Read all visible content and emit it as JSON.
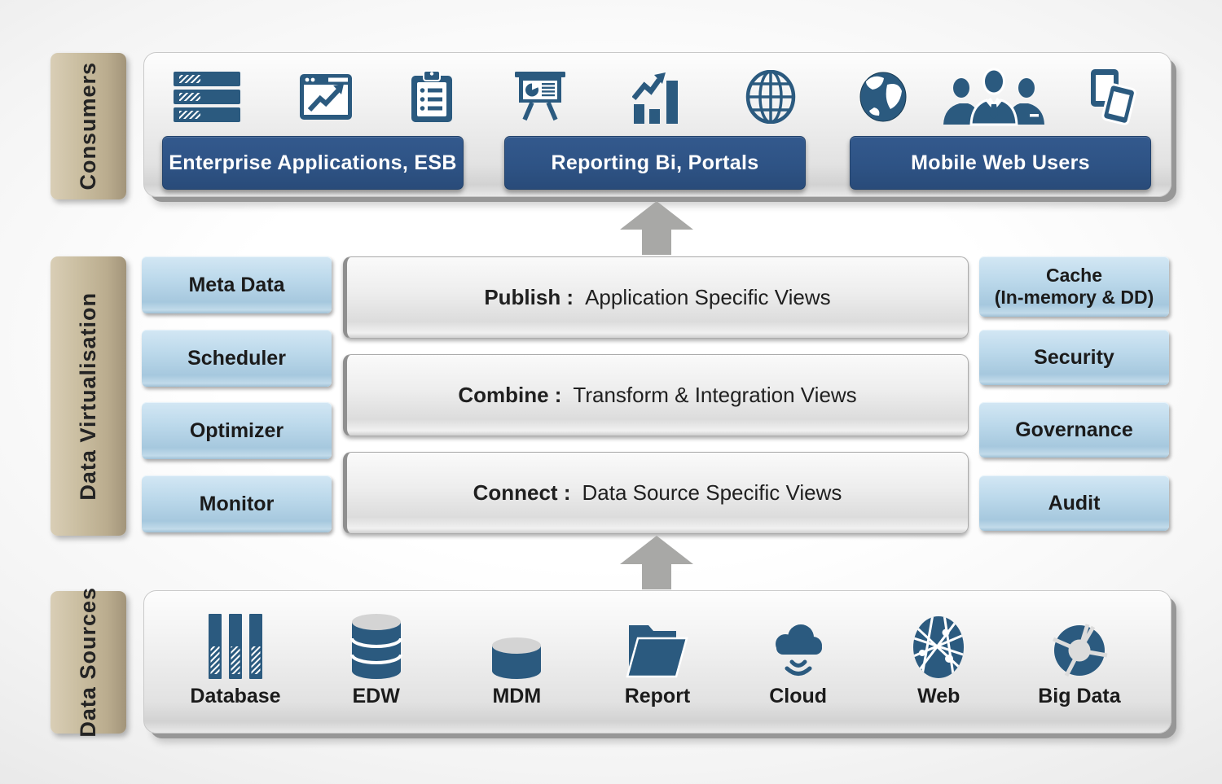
{
  "colors": {
    "icon_blue": "#2b5a7f",
    "button_navy": "#2e5385",
    "light_blue_box": "#b5d4e8",
    "tan_bar": "#c2b496",
    "arrow_gray": "#a8a8a6"
  },
  "consumers": {
    "label": "Consumers",
    "groups": [
      {
        "button": "Enterprise Applications, ESB",
        "icons": [
          "server-rack-icon",
          "browser-chart-icon",
          "clipboard-icon"
        ]
      },
      {
        "button": "Reporting Bi, Portals",
        "icons": [
          "presentation-icon",
          "bar-chart-icon",
          "globe-wireframe-icon"
        ]
      },
      {
        "button": "Mobile Web Users",
        "icons": [
          "earth-globe-icon",
          "business-users-icon",
          "mobile-devices-icon"
        ]
      }
    ]
  },
  "virtualisation": {
    "label": "Data Virtualisation",
    "left_items": [
      "Meta Data",
      "Scheduler",
      "Optimizer",
      "Monitor"
    ],
    "center_items": [
      {
        "title": "Publish :",
        "desc": "Application Specific Views"
      },
      {
        "title": "Combine :",
        "desc": "Transform & Integration Views"
      },
      {
        "title": "Connect :",
        "desc": "Data Source Specific Views"
      }
    ],
    "right_items": [
      {
        "line1": "Cache",
        "line2": "(In-memory & DD)"
      },
      {
        "line1": "Security"
      },
      {
        "line1": "Governance"
      },
      {
        "line1": "Audit"
      }
    ]
  },
  "sources": {
    "label": "Data Sources",
    "items": [
      {
        "icon": "database-binders-icon",
        "label": "Database"
      },
      {
        "icon": "edw-cylinder-icon",
        "label": "EDW"
      },
      {
        "icon": "mdm-cylinder-icon",
        "label": "MDM"
      },
      {
        "icon": "report-folder-icon",
        "label": "Report"
      },
      {
        "icon": "cloud-icon",
        "label": "Cloud"
      },
      {
        "icon": "web-network-globe-icon",
        "label": "Web"
      },
      {
        "icon": "big-data-donut-icon",
        "label": "Big Data"
      }
    ]
  }
}
